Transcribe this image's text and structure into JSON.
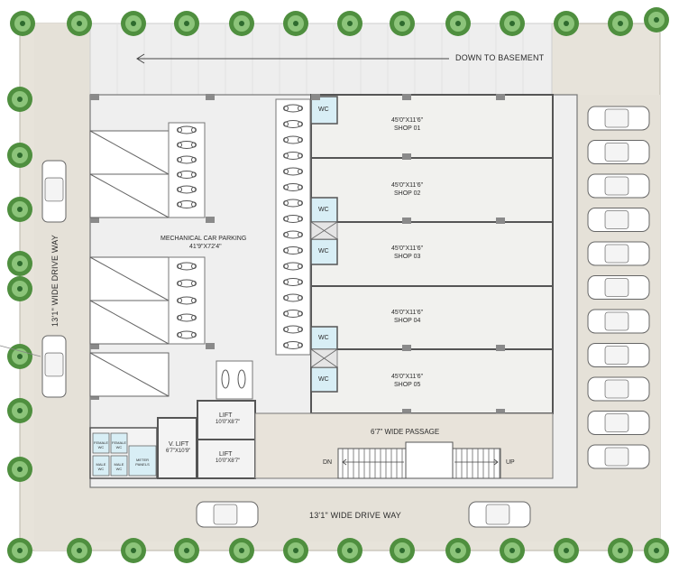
{
  "labels": {
    "down_to_basement": "DOWN TO BASEMENT",
    "mech_parking_title": "MECHANICAL CAR PARKING",
    "mech_parking_size": "41'9\"X72'4\"",
    "drive_way_left": "13'1\" WIDE DRIVE WAY",
    "drive_way_bottom": "13'1\" WIDE DRIVE WAY",
    "passage": "6'7\" WIDE PASSAGE",
    "dn": "DN",
    "up": "UP",
    "wc": "WC",
    "lift1": "LIFT",
    "lift1_size": "10'0\"X8'7\"",
    "lift2": "LIFT",
    "lift2_size": "10'0\"X8'7\"",
    "vlift": "V. LIFT",
    "vlift_size": "6'7\"X10'9\"",
    "female_wc_1": "FEMALE WC",
    "female_wc_2": "FEMALE WC",
    "male_wc_1": "MALE WC",
    "male_wc_2": "MALE WC",
    "meter_panels": "METER PANELS"
  },
  "shops": [
    {
      "size": "45'0\"X11'6\"",
      "name": "SHOP 01"
    },
    {
      "size": "45'0\"X11'6\"",
      "name": "SHOP 02"
    },
    {
      "size": "45'0\"X11'6\"",
      "name": "SHOP 03"
    },
    {
      "size": "45'0\"X11'6\"",
      "name": "SHOP 04"
    },
    {
      "size": "45'0\"X11'6\"",
      "name": "SHOP 05"
    }
  ],
  "colors": {
    "paving": "#e7e3da",
    "floor": "#efefef",
    "wall": "#555555",
    "wc_fill": "#d8eef5",
    "tree_dark": "#2e6b2e",
    "tree_light": "#7fbf6a"
  }
}
